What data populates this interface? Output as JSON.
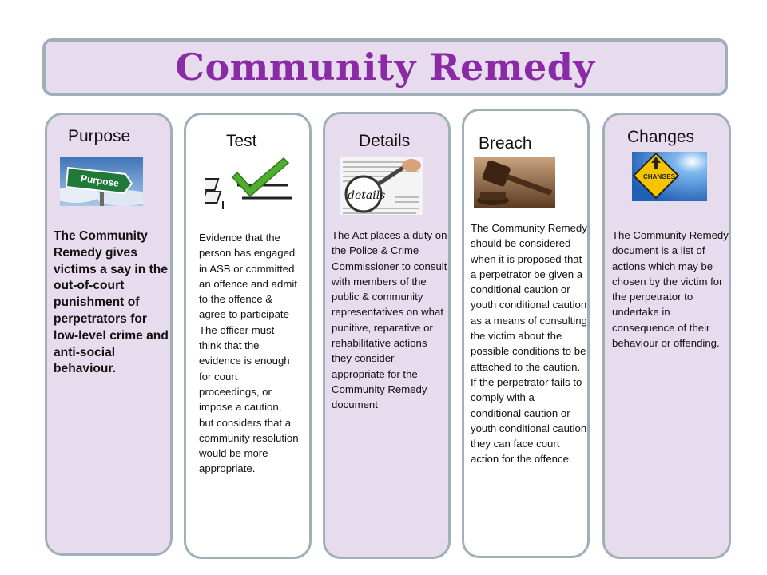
{
  "title": "Community Remedy",
  "columns": [
    {
      "heading": "Purpose",
      "image_icon": "purpose-sign-icon",
      "body": "The Community Remedy gives victims a say in the out-of-court punishment of perpetrators for low-level crime and anti-social behaviour."
    },
    {
      "heading": "Test",
      "image_icon": "checklist-tick-icon",
      "body": "Evidence that the person has engaged in ASB or committed an offence and admit to the offence & agree to participate The officer must think that the evidence is enough for court proceedings, or impose a caution, but considers that a community resolution would be more appropriate."
    },
    {
      "heading": "Details",
      "image_icon": "magnifier-details-icon",
      "image_text": "details",
      "body": "The Act places a duty on the Police & Crime Commissioner to consult with members of the public & community representatives on what punitive, reparative or rehabilitative actions they consider appropriate for the Community Remedy document"
    },
    {
      "heading": "Breach",
      "image_icon": "gavel-icon",
      "body": "The Community Remedy should be considered when it is proposed that a perpetrator be given a conditional caution or youth conditional caution as a means of consulting the victim about the possible conditions to be attached to the caution. If the perpetrator fails to comply with a conditional caution or youth conditional caution they can face court action for the offence."
    },
    {
      "heading": "Changes",
      "image_icon": "changes-road-sign-icon",
      "body": "The Community Remedy document is a list of actions which may be chosen by the victim for the perpetrator to undertake in consequence of their behaviour or offending."
    }
  ]
}
